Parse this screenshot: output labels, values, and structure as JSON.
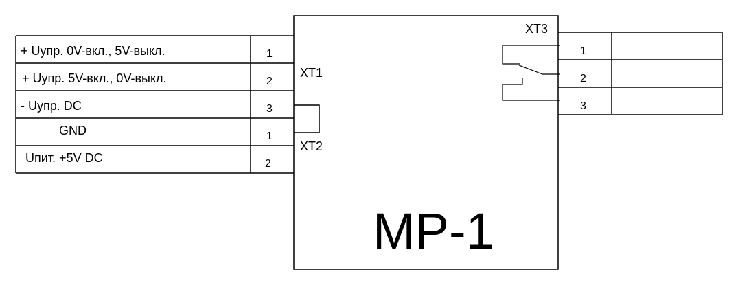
{
  "device": {
    "name": "МР-1"
  },
  "connectors": {
    "xt1": {
      "label": "XT1"
    },
    "xt2": {
      "label": "XT2"
    },
    "xt3": {
      "label": "XT3"
    }
  },
  "left_table": {
    "rows": [
      {
        "signal": "+ Uупр. 0V-вкл., 5V-выкл.",
        "pin": "1",
        "connector": "XT1"
      },
      {
        "signal": "+ Uупр. 5V-вкл., 0V-выкл.",
        "pin": "2",
        "connector": "XT1"
      },
      {
        "signal": "- Uупр. DC",
        "pin": "3",
        "connector": "XT1"
      },
      {
        "signal": "GND",
        "pin": "1",
        "connector": "XT2"
      },
      {
        "signal": "Uпит. +5V DC",
        "pin": "2",
        "connector": "XT2"
      }
    ]
  },
  "right_table": {
    "rows": [
      {
        "pin": "1",
        "signal": ""
      },
      {
        "pin": "2",
        "signal": ""
      },
      {
        "pin": "3",
        "signal": ""
      }
    ]
  }
}
